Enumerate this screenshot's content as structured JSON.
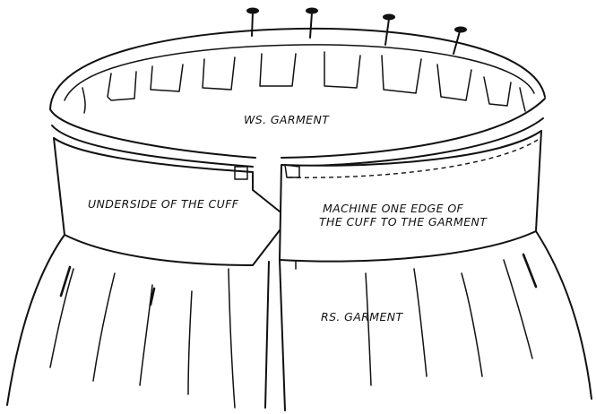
{
  "labels": {
    "wrong_side": "WS. GARMENT",
    "underside_cuff": "UNDERSIDE OF THE CUFF",
    "machine_line1": "MACHINE ONE EDGE OF",
    "machine_line2": "THE CUFF TO THE GARMENT",
    "right_side": "RS. GARMENT"
  },
  "colors": {
    "ink": "#111111",
    "paper": "#ffffff"
  },
  "pins": {
    "count": 4,
    "icon": "straight-pin-icon"
  }
}
